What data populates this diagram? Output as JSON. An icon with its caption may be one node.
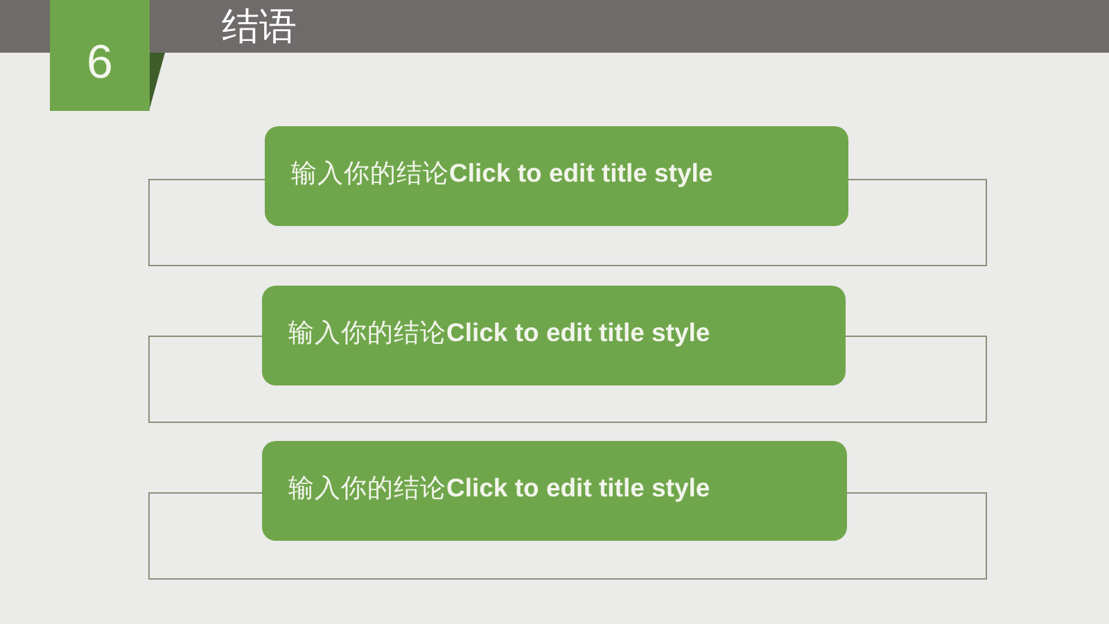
{
  "diagram": {
    "title": "结语",
    "nodes": [
      {
        "text": [
          "6"
        ]
      },
      {
        "text": [
          "输入你的结论**Click to edit title style**"
        ]
      },
      {
        "text": [
          "输入你的结论**Click to edit title style**"
        ]
      },
      {
        "text": [
          "输入你的结论**Click to edit title style**"
        ]
      }
    ]
  }
}
